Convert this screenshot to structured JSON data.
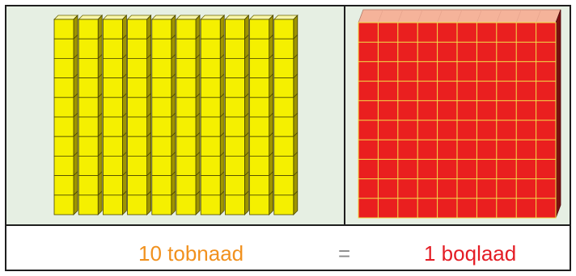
{
  "caption": {
    "left_label": "10 tobnaad",
    "equals_sign": "=",
    "right_label": "1 boqlaad"
  },
  "colors": {
    "panel_background": "#e6efe3",
    "frame_border": "#1e1e1e",
    "rod_cube_face": "#f5f000",
    "rod_cube_top": "#f8f6a8",
    "rod_cube_side": "#9e9400",
    "flat_face": "#ea1f1f",
    "flat_top": "#f5b39a",
    "flat_side": "#7a0f10",
    "flat_grid_lines": "#f0e04a",
    "left_label_color": "#f1911e",
    "equals_color": "#8a8a8a",
    "right_label_color": "#e41d25"
  },
  "diagram": {
    "left_panel": {
      "block_type": "ten rods",
      "rod_count": 10,
      "cubes_per_rod": 10
    },
    "right_panel": {
      "block_type": "hundred flat",
      "grid_columns": 10,
      "grid_rows": 10
    }
  }
}
